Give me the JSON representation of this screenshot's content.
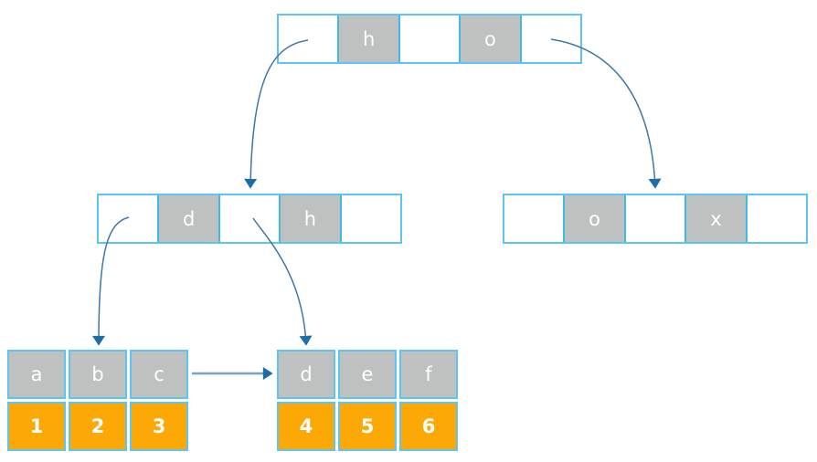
{
  "colors": {
    "node_border": "#5cc6f0",
    "gray_cell_border": "#3fb9e6",
    "gray_fill": "#bec1c0",
    "orange_fill": "#fca908",
    "arrowhead": "#1c6ea4",
    "curve_stroke": "#3e76a8",
    "link_stroke": "#7ca0bf"
  },
  "tree": {
    "root": {
      "cells": [
        "",
        "h",
        "",
        "o",
        ""
      ]
    },
    "internal_left": {
      "cells": [
        "",
        "d",
        "",
        "h",
        ""
      ]
    },
    "internal_right": {
      "cells": [
        "",
        "o",
        "",
        "x",
        ""
      ]
    },
    "leaf_left": {
      "keys": [
        "a",
        "b",
        "c"
      ],
      "values": [
        "1",
        "2",
        "3"
      ]
    },
    "leaf_right": {
      "keys": [
        "d",
        "e",
        "f"
      ],
      "values": [
        "4",
        "5",
        "6"
      ]
    }
  },
  "arrows": {
    "root_to_internal_left": "pointer from root cell 1 to left internal node",
    "root_to_internal_right": "pointer from root cell 5 to right internal node",
    "internal_left_to_leaf_left": "pointer from internal cell 1 to left leaf",
    "internal_left_to_leaf_right": "pointer from internal cell 3 to right leaf",
    "leaf_left_to_leaf_right": "sibling link from left leaf to right leaf"
  }
}
